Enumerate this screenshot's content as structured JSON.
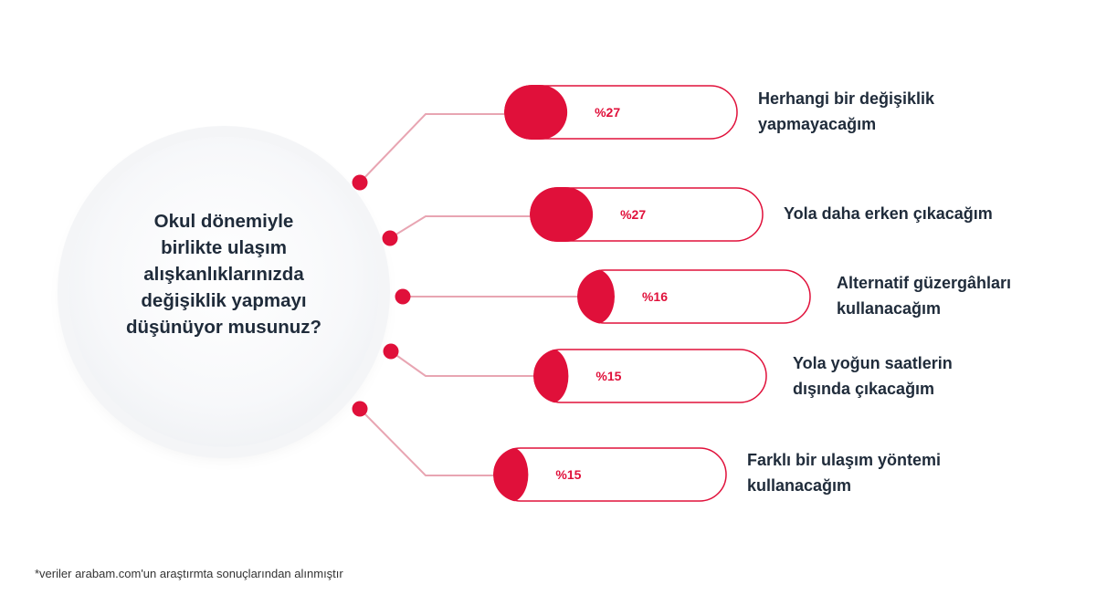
{
  "question": "Okul dönemiyle\nbirlikte ulaşım\nalışkanlıklarınızda\ndeğişiklik yapmayı\ndüşünüyor musunuz?",
  "footnote": "*veriler arabam.com'un araştırmta sonuçlarından alınmıştır",
  "colors": {
    "accent": "#e0103a",
    "text": "#1f2b3a",
    "connector": "#e8a5b2"
  },
  "chart_data": {
    "type": "bar",
    "categories": [
      "Herhangi bir değişiklik\nyapmayacağım",
      "Yola daha erken çıkacağım",
      "Alternatif güzergâhları\nkullanacağım",
      "Yola yoğun saatlerin\ndışında çıkacağım",
      "Farklı bir ulaşım yöntemi\nkullanacağım"
    ],
    "values": [
      27,
      27,
      16,
      15,
      15
    ],
    "value_labels": [
      "%27",
      "%27",
      "%16",
      "%15",
      "%15"
    ],
    "ylim": [
      0,
      100
    ],
    "grid": false
  }
}
